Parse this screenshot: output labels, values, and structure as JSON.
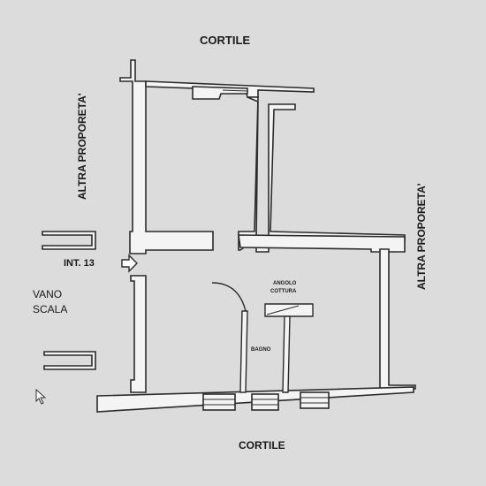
{
  "labels": {
    "courtyard_top": "CORTILE",
    "courtyard_bottom": "CORTILE",
    "other_property_left": "ALTRA PROPORETA'",
    "other_property_right": "ALTRA PROPORETA'",
    "unit": "INT. 13",
    "stairwell_line1": "VANO",
    "stairwell_line2": "SCALA",
    "kitchenette_line1": "ANGOLO",
    "kitchenette_line2": "COTTURA",
    "bathroom": "BAGNO"
  },
  "colors": {
    "background": "#dcdcdc",
    "wall_fill": "#f4f4f4",
    "line": "#2b2b2b"
  },
  "icons": {
    "entrance": "arrow-right-icon",
    "pointer": "mouse-cursor-icon"
  }
}
